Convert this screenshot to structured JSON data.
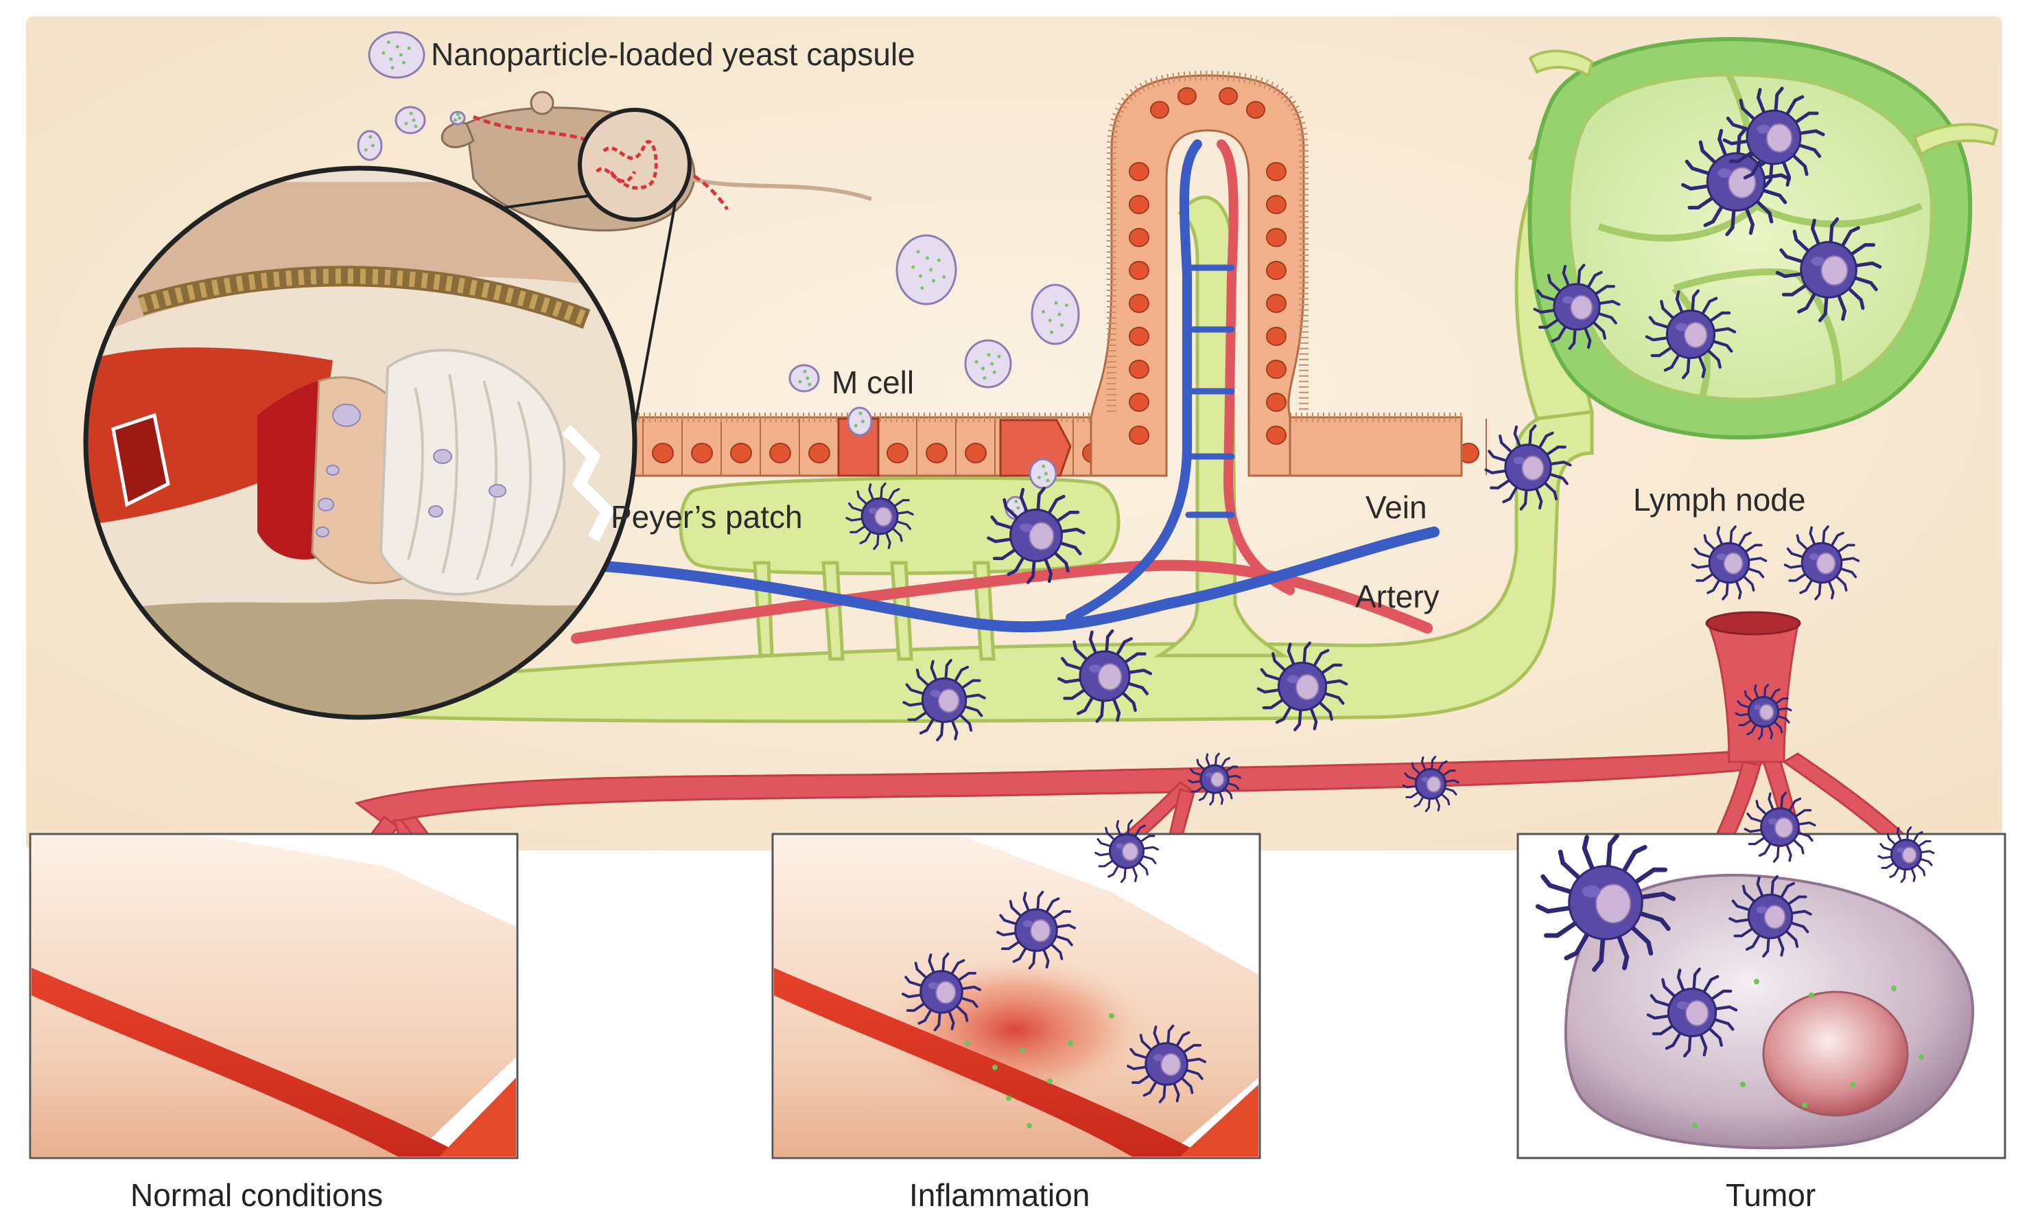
{
  "labels": {
    "yeast_capsule": "Nanoparticle-loaded yeast capsule",
    "m_cell": "M cell",
    "peyers_patch": "Peyer’s patch",
    "vein": "Vein",
    "artery": "Artery",
    "lymph_node": "Lymph node"
  },
  "panels": {
    "normal": "Normal conditions",
    "inflammation": "Inflammation",
    "tumor": "Tumor"
  },
  "colors": {
    "background": "#f8ead6",
    "lymph": "#dcea9c",
    "lymph_outline": "#9fbd52",
    "lymph_node_outer": "#8fd06a",
    "artery": "#e0565e",
    "vein": "#3b5cc4",
    "epithelium": "#f2b08a",
    "nucleus": "#e0552f",
    "immune_cell": "#5a4aa8",
    "immune_cell_core": "#cbb4d8",
    "yeast_capsule": "#e6dcef"
  }
}
